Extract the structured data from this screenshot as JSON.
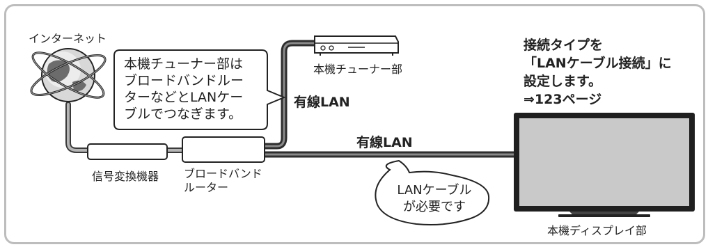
{
  "labels": {
    "internet": "インターネット",
    "converter": "信号変換機器",
    "router_line1": "ブロードバンド",
    "router_line2": "ルーター",
    "tuner": "本機チューナー部",
    "display": "本機ディスプレイ部",
    "wired_lan_upper": "有線LAN",
    "wired_lan_lower": "有線LAN"
  },
  "callout_tuner": {
    "line1": "本機チューナー部は",
    "line2": "ブロードバンドルー",
    "line3": "ターなどとLANケー",
    "line4": "ブルでつなぎます。"
  },
  "callout_cable": {
    "line1": "LANケーブル",
    "line2": "が必要です"
  },
  "instruction": {
    "line1": "接続タイプを",
    "line2": "「LANケーブル接続」に",
    "line3": "設定します。",
    "line4": "⇒123ページ"
  },
  "colors": {
    "cable_dark": "#3a3a3a",
    "cable_gray": "#9a9a9a",
    "screen": "#c9c9c9",
    "frame": "#bdbdbd"
  }
}
